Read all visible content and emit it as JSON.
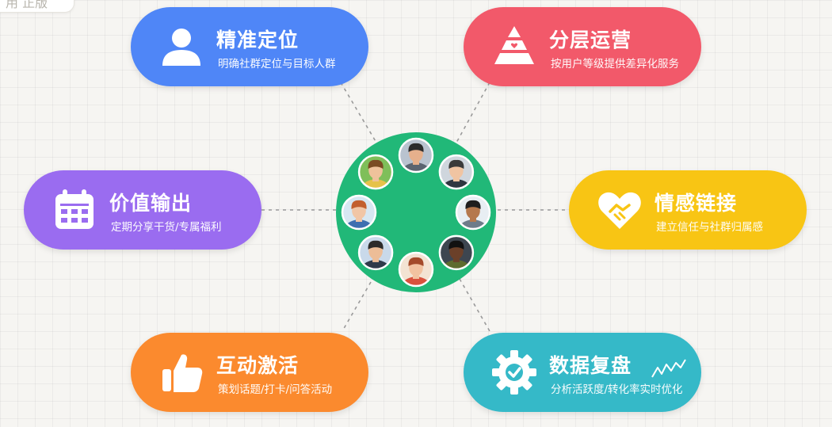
{
  "header": {
    "tab_label": "用 正版"
  },
  "cards": {
    "precise": {
      "title": "精准定位",
      "subtitle": "明确社群定位与目标人群",
      "color": "#4f86f7",
      "icon": "user-icon"
    },
    "tiered": {
      "title": "分层运营",
      "subtitle": "按用户等级提供差异化服务",
      "color": "#f2596a",
      "icon": "pyramid-icon"
    },
    "value": {
      "title": "价值输出",
      "subtitle": "定期分享干货/专属福利",
      "color": "#9a6cf0",
      "icon": "calendar-icon"
    },
    "emotion": {
      "title": "情感链接",
      "subtitle": "建立信任与社群归属感",
      "color": "#f8c514",
      "icon": "heart-handshake-icon"
    },
    "interact": {
      "title": "互动激活",
      "subtitle": "策划话题/打卡/问答活动",
      "color": "#fb8a2e",
      "icon": "thumbs-up-icon"
    },
    "review": {
      "title": "数据复盘",
      "subtitle": "分析活跃度/转化率实时优化",
      "color": "#35b9c8",
      "icon": "gear-check-icon"
    }
  },
  "hub": {
    "color": "#21b878",
    "member_count": 8
  }
}
